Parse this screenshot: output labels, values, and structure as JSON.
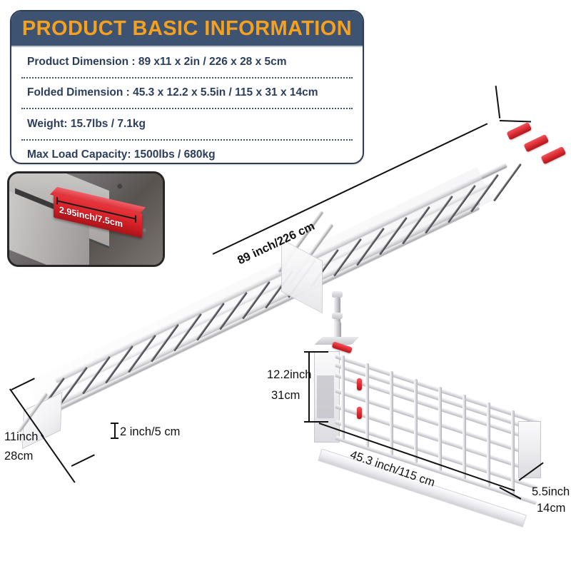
{
  "panel": {
    "title": "PRODUCT BASIC INFORMATION",
    "specs": [
      "Product Dimension :  89 x11 x 2in / 226 x 28 x 5cm",
      "Folded Dimension : 45.3 x 12.2 x 5.5in / 115 x 31 x 14cm",
      "Weight: 15.7lbs / 7.1kg",
      "Max Load Capacity: 1500lbs / 680kg"
    ]
  },
  "inset": {
    "label": "2.95inch/7.5cm"
  },
  "dimensions": {
    "ramp_length": "89 inch/226 cm",
    "ramp_width_in": "11inch",
    "ramp_width_cm": "28cm",
    "ramp_thickness": "2 inch/5 cm",
    "folded_height_in": "12.2inch",
    "folded_height_cm": "31cm",
    "folded_length": "45.3 inch/115 cm",
    "folded_depth_in": "5.5inch",
    "folded_depth_cm": "14cm"
  },
  "colors": {
    "header_bg": "#3e5372",
    "title_text": "#f5a11e",
    "spec_text": "#2c3e5c",
    "accent_red": "#d92a31",
    "metal_light": "#fafafb",
    "metal_dark": "#9d9da3"
  }
}
